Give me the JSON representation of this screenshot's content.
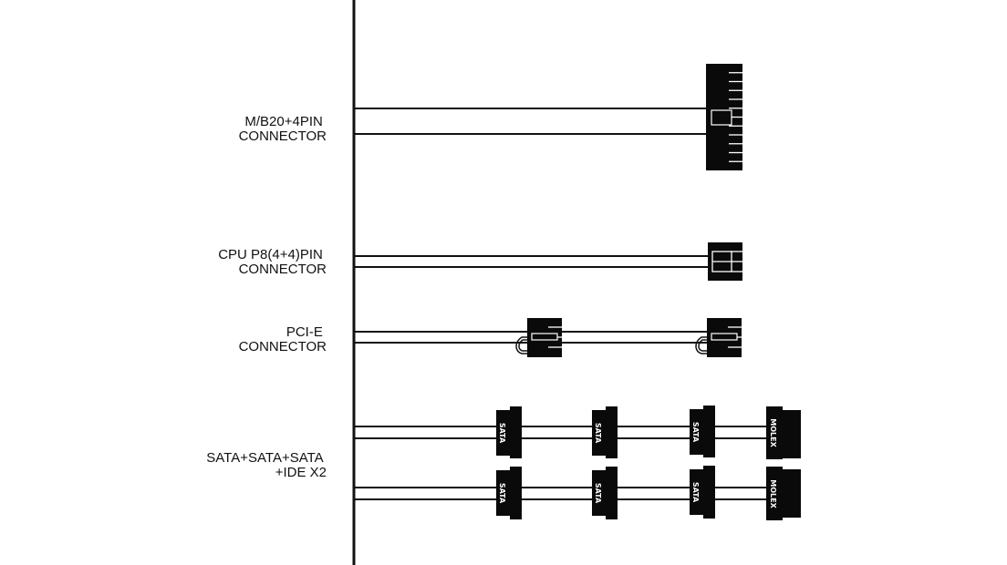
{
  "rows": [
    {
      "id": "mb",
      "label_lines": [
        "M/B20+4PIN",
        "CONNECTOR"
      ]
    },
    {
      "id": "cpu",
      "label_lines": [
        "CPU P8(4+4)PIN",
        "CONNECTOR"
      ]
    },
    {
      "id": "pcie",
      "label_lines": [
        "PCI-E",
        "CONNECTOR"
      ]
    },
    {
      "id": "sata",
      "label_lines": [
        "SATA+SATA+SATA",
        "+IDE X2"
      ]
    }
  ],
  "connector_text": {
    "sata": "SATA",
    "molex": "MOLEX"
  },
  "colors": {
    "line": "#111111",
    "connector": "#0a0a0a",
    "background": "#ffffff"
  }
}
